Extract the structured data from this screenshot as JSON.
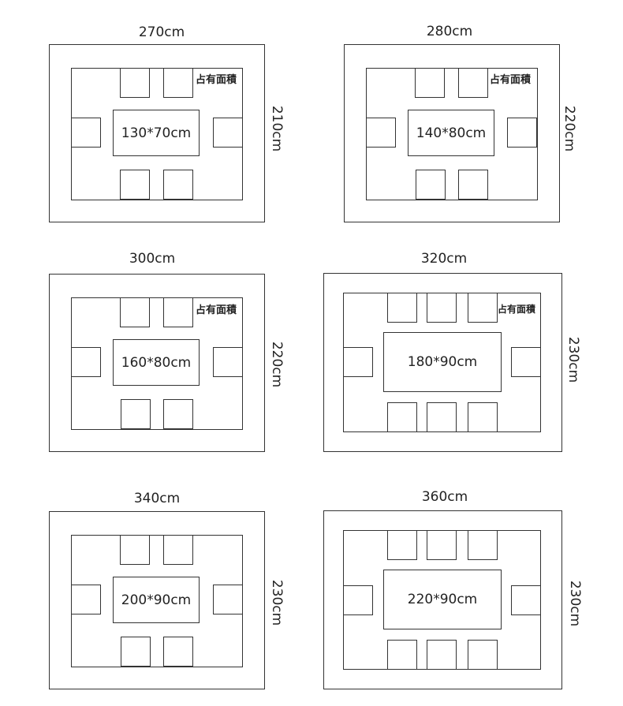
{
  "area_label": "占有面積",
  "diagrams": [
    {
      "width": "270cm",
      "height": "210cm",
      "table": "130*70cm",
      "show_area_label": true
    },
    {
      "width": "280cm",
      "height": "220cm",
      "table": "140*80cm",
      "show_area_label": true
    },
    {
      "width": "300cm",
      "height": "220cm",
      "table": "160*80cm",
      "show_area_label": true
    },
    {
      "width": "320cm",
      "height": "230cm",
      "table": "180*90cm",
      "show_area_label": true
    },
    {
      "width": "340cm",
      "height": "230cm",
      "table": "200*90cm",
      "show_area_label": false
    },
    {
      "width": "360cm",
      "height": "230cm",
      "table": "220*90cm",
      "show_area_label": false
    }
  ]
}
